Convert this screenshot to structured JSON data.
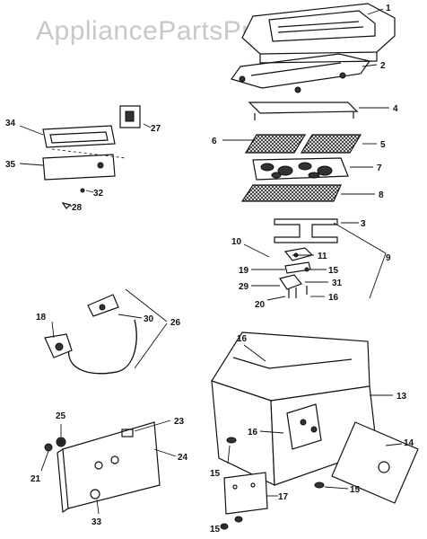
{
  "watermark": "AppliancePartsPros.com",
  "callouts": {
    "c1": "1",
    "c2": "2",
    "c3": "3",
    "c4": "4",
    "c5": "5",
    "c6": "6",
    "c7": "7",
    "c8": "8",
    "c9": "9",
    "c10": "10",
    "c11": "11",
    "c13": "13",
    "c14": "14",
    "c15": "15",
    "c16": "16",
    "c17": "17",
    "c18": "18",
    "c19": "19",
    "c20": "20",
    "c21": "21",
    "c23": "23",
    "c24": "24",
    "c25": "25",
    "c26": "26",
    "c27": "27",
    "c28": "28",
    "c29": "29",
    "c30": "30",
    "c31": "31",
    "c32": "32",
    "c33": "33",
    "c34": "34",
    "c35": "35"
  }
}
